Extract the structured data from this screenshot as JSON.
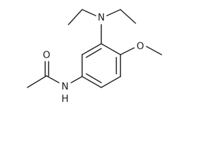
{
  "molecule": {
    "atom_labels": {
      "carbonyl_oxygen": "O",
      "amide_nitrogen_n": "N",
      "amide_nitrogen_h": "H",
      "amine_nitrogen": "N",
      "ether_oxygen": "O"
    },
    "colors": {
      "bond": "#222222",
      "label": "#222222",
      "background": "#ffffff"
    }
  }
}
